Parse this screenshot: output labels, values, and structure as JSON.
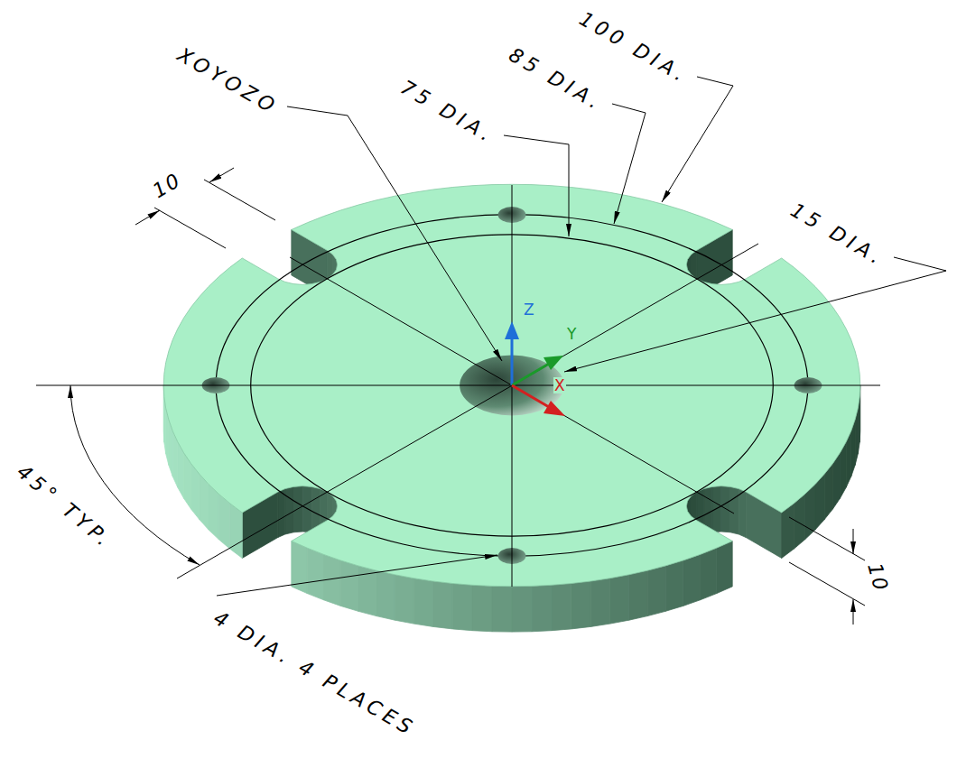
{
  "diagram": {
    "labels": [
      "100 DIA.",
      "85 DIA.",
      "75 DIA.",
      "XOYOZO",
      "15 DIA.",
      "10",
      "Z",
      "Y",
      "X",
      "45° TYP.",
      "10",
      "4 DIA. 4 PLACES"
    ]
  }
}
